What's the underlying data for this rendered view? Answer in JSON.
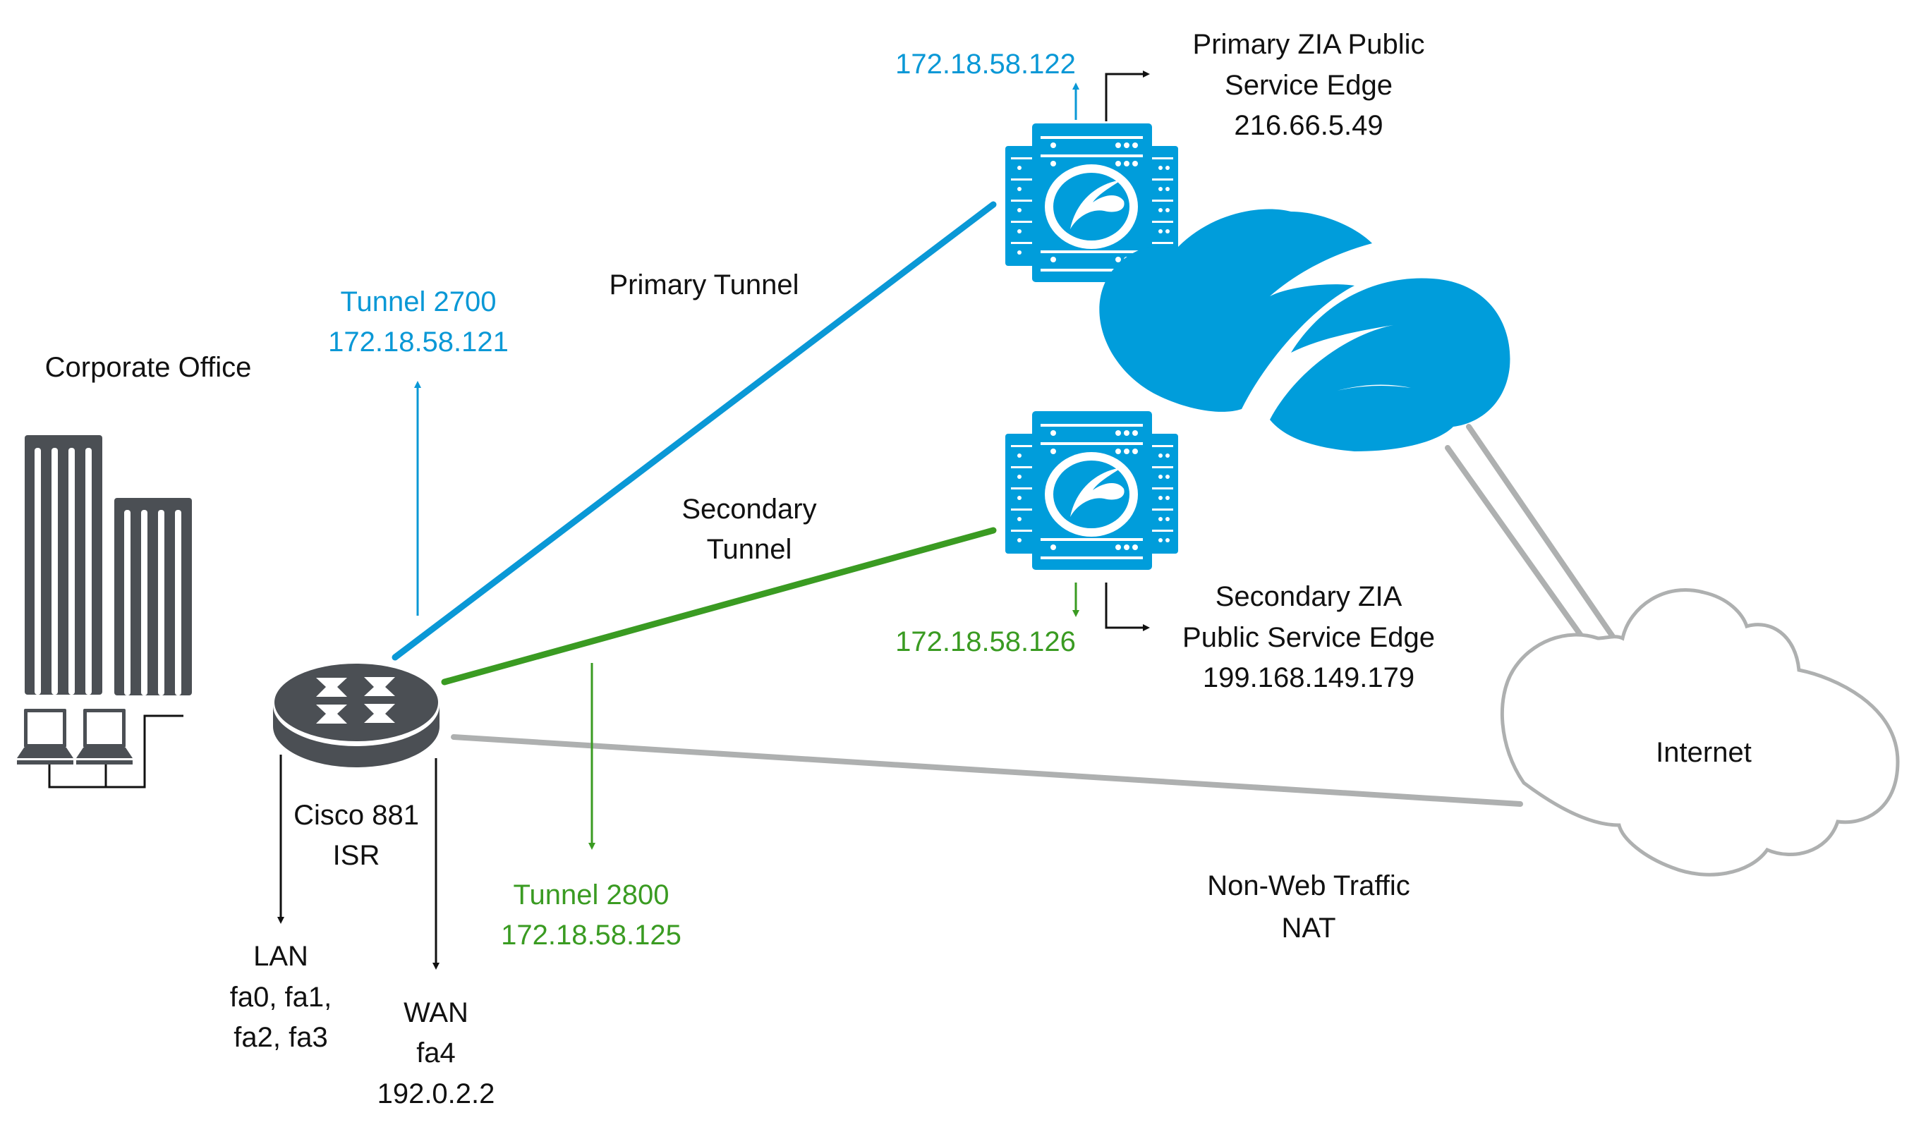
{
  "colors": {
    "primary_tunnel": "#0a98d6",
    "secondary_tunnel": "#3a9b22",
    "non_web": "#aeb0b0",
    "device_gray": "#4b4f54",
    "zscaler_blue": "#009ddb",
    "text": "#111111"
  },
  "corporate_office": {
    "label": "Corporate Office",
    "icon": "office-buildings-icon",
    "laptops_icon": "laptop-icon"
  },
  "router": {
    "icon": "router-icon",
    "name_line1": "Cisco 881",
    "name_line2": "ISR",
    "lan": {
      "line1": "LAN",
      "line2": "fa0, fa1,",
      "line3": "fa2, fa3"
    },
    "wan": {
      "line1": "WAN",
      "line2": "fa4",
      "line3": "192.0.2.2"
    }
  },
  "tunnels": {
    "primary": {
      "label": "Primary Tunnel",
      "name": "Tunnel 2700",
      "local_ip": "172.18.58.121",
      "remote_ip": "172.18.58.122"
    },
    "secondary": {
      "label_line1": "Secondary",
      "label_line2": "Tunnel",
      "name": "Tunnel 2800",
      "local_ip": "172.18.58.125",
      "remote_ip": "172.18.58.126"
    }
  },
  "primary_edge": {
    "line1": "Primary ZIA Public",
    "line2": "Service Edge",
    "ip": "216.66.5.49",
    "icon": "zia-server-icon"
  },
  "secondary_edge": {
    "line1": "Secondary ZIA",
    "line2": "Public Service Edge",
    "ip": "199.168.149.179",
    "icon": "zia-server-icon"
  },
  "zscaler_cloud": {
    "icon": "zscaler-cloud-icon"
  },
  "internet": {
    "label": "Internet",
    "icon": "internet-cloud-icon"
  },
  "non_web": {
    "line1": "Non-Web Traffic",
    "line2": "NAT"
  }
}
